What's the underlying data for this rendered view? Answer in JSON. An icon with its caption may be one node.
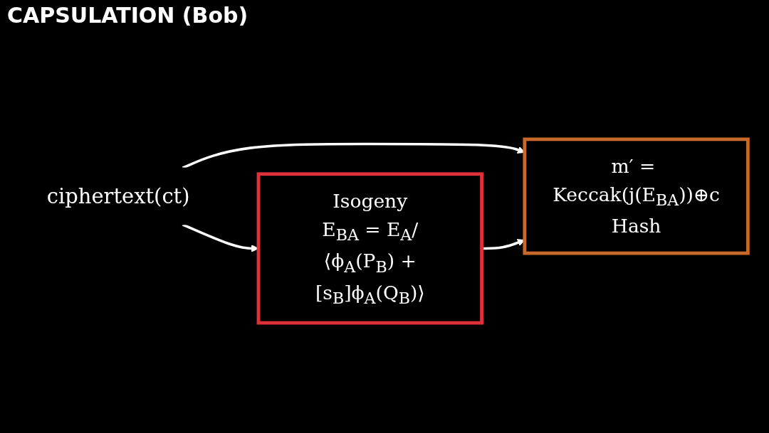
{
  "diagram": {
    "title": "CAPSULATION (Bob)",
    "nodes": [
      {
        "text": [
          "ciphertext(ct)"
        ]
      },
      {
        "text": [
          "Isogeny",
          "E$_{BA}$ = E$_{A}$/⟨ϕ$_{A}$(P$_{B}$) +[s$_{B}$]ϕ$_{A}$(Q$_{B}$)⟩"
        ]
      },
      {
        "text": [
          "m′ = Keccak(j(E$_{BA}$))⊕c",
          "Hash"
        ]
      }
    ],
    "edges": [
      {
        "from": 0,
        "to": 1,
        "arrow": "to"
      },
      {
        "from": 0,
        "to": 2,
        "arrow": "to"
      },
      {
        "from": 1,
        "to": 2,
        "arrow": "to"
      }
    ]
  }
}
